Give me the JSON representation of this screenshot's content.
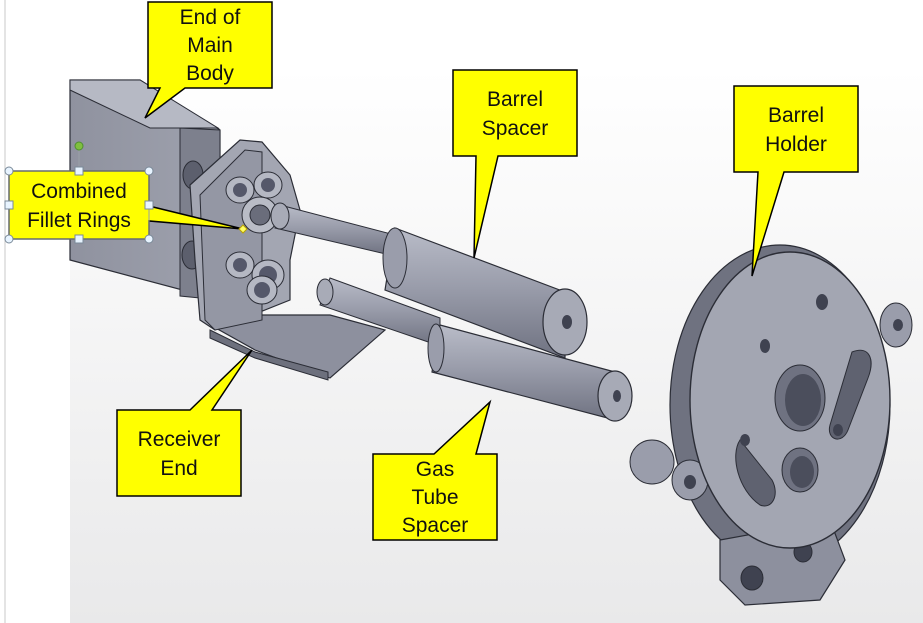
{
  "colors": {
    "callout_fill": "#ffff00",
    "callout_border": "#000000",
    "part_light": "#a9acb8",
    "part_mid": "#8d909e",
    "part_dark": "#5f6270",
    "edge": "#2b2d36",
    "background": "#f2f2f2",
    "selection_handle": "#7fbf3f"
  },
  "callouts": {
    "end_of_main_body": {
      "lines": [
        "End of",
        "Main",
        "Body"
      ]
    },
    "combined_fillet_rings": {
      "lines": [
        "Combined",
        "Fillet Rings"
      ]
    },
    "barrel_spacer": {
      "lines": [
        "Barrel",
        "Spacer"
      ]
    },
    "barrel_holder": {
      "lines": [
        "Barrel",
        "Holder"
      ]
    },
    "receiver_end": {
      "lines": [
        "Receiver",
        "End"
      ]
    },
    "gas_tube_spacer": {
      "lines": [
        "Gas",
        "Tube",
        "Spacer"
      ]
    }
  },
  "icons": {
    "selection_handle": "resize-handle-icon",
    "rotation_handle": "rotate-handle-icon"
  }
}
